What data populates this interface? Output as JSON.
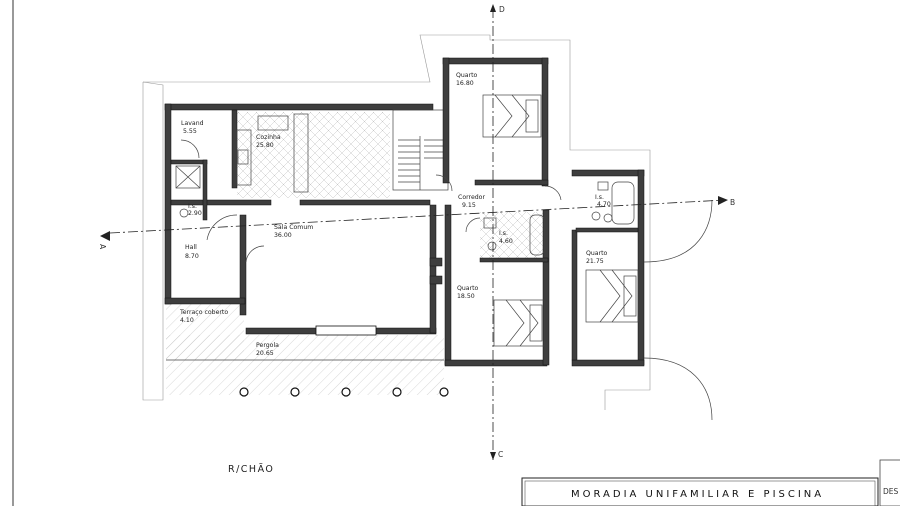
{
  "rooms": [
    {
      "id": "lavand",
      "name": "Lavand",
      "area": "5.55"
    },
    {
      "id": "cozinha",
      "name": "Cozinha",
      "area": "25.80"
    },
    {
      "id": "ls1",
      "name": "I.s.",
      "area": "2.90"
    },
    {
      "id": "hall",
      "name": "Hall",
      "area": "8.70"
    },
    {
      "id": "sala",
      "name": "Sala Comum",
      "area": "36.00"
    },
    {
      "id": "corredor",
      "name": "Corredor",
      "area": "9.15"
    },
    {
      "id": "quarto1",
      "name": "Quarto",
      "area": "16.80"
    },
    {
      "id": "ls2",
      "name": "I.s.",
      "area": "4.70"
    },
    {
      "id": "ls3",
      "name": "I.s.",
      "area": "4.60"
    },
    {
      "id": "quarto2",
      "name": "Quarto",
      "area": "21.75"
    },
    {
      "id": "quarto3",
      "name": "Quarto",
      "area": "18.50"
    },
    {
      "id": "terraco",
      "name": "Terraço coberto",
      "area": "4.10"
    },
    {
      "id": "pergola",
      "name": "Pergola",
      "area": "20.65"
    }
  ],
  "sections": {
    "a": "A",
    "b": "B",
    "c": "C",
    "d": "D"
  },
  "floor_label": "R/CHÃO",
  "title_block": {
    "project_title": "MORADIA UNIFAMILIAR E PISCINA",
    "partial": "DES"
  }
}
